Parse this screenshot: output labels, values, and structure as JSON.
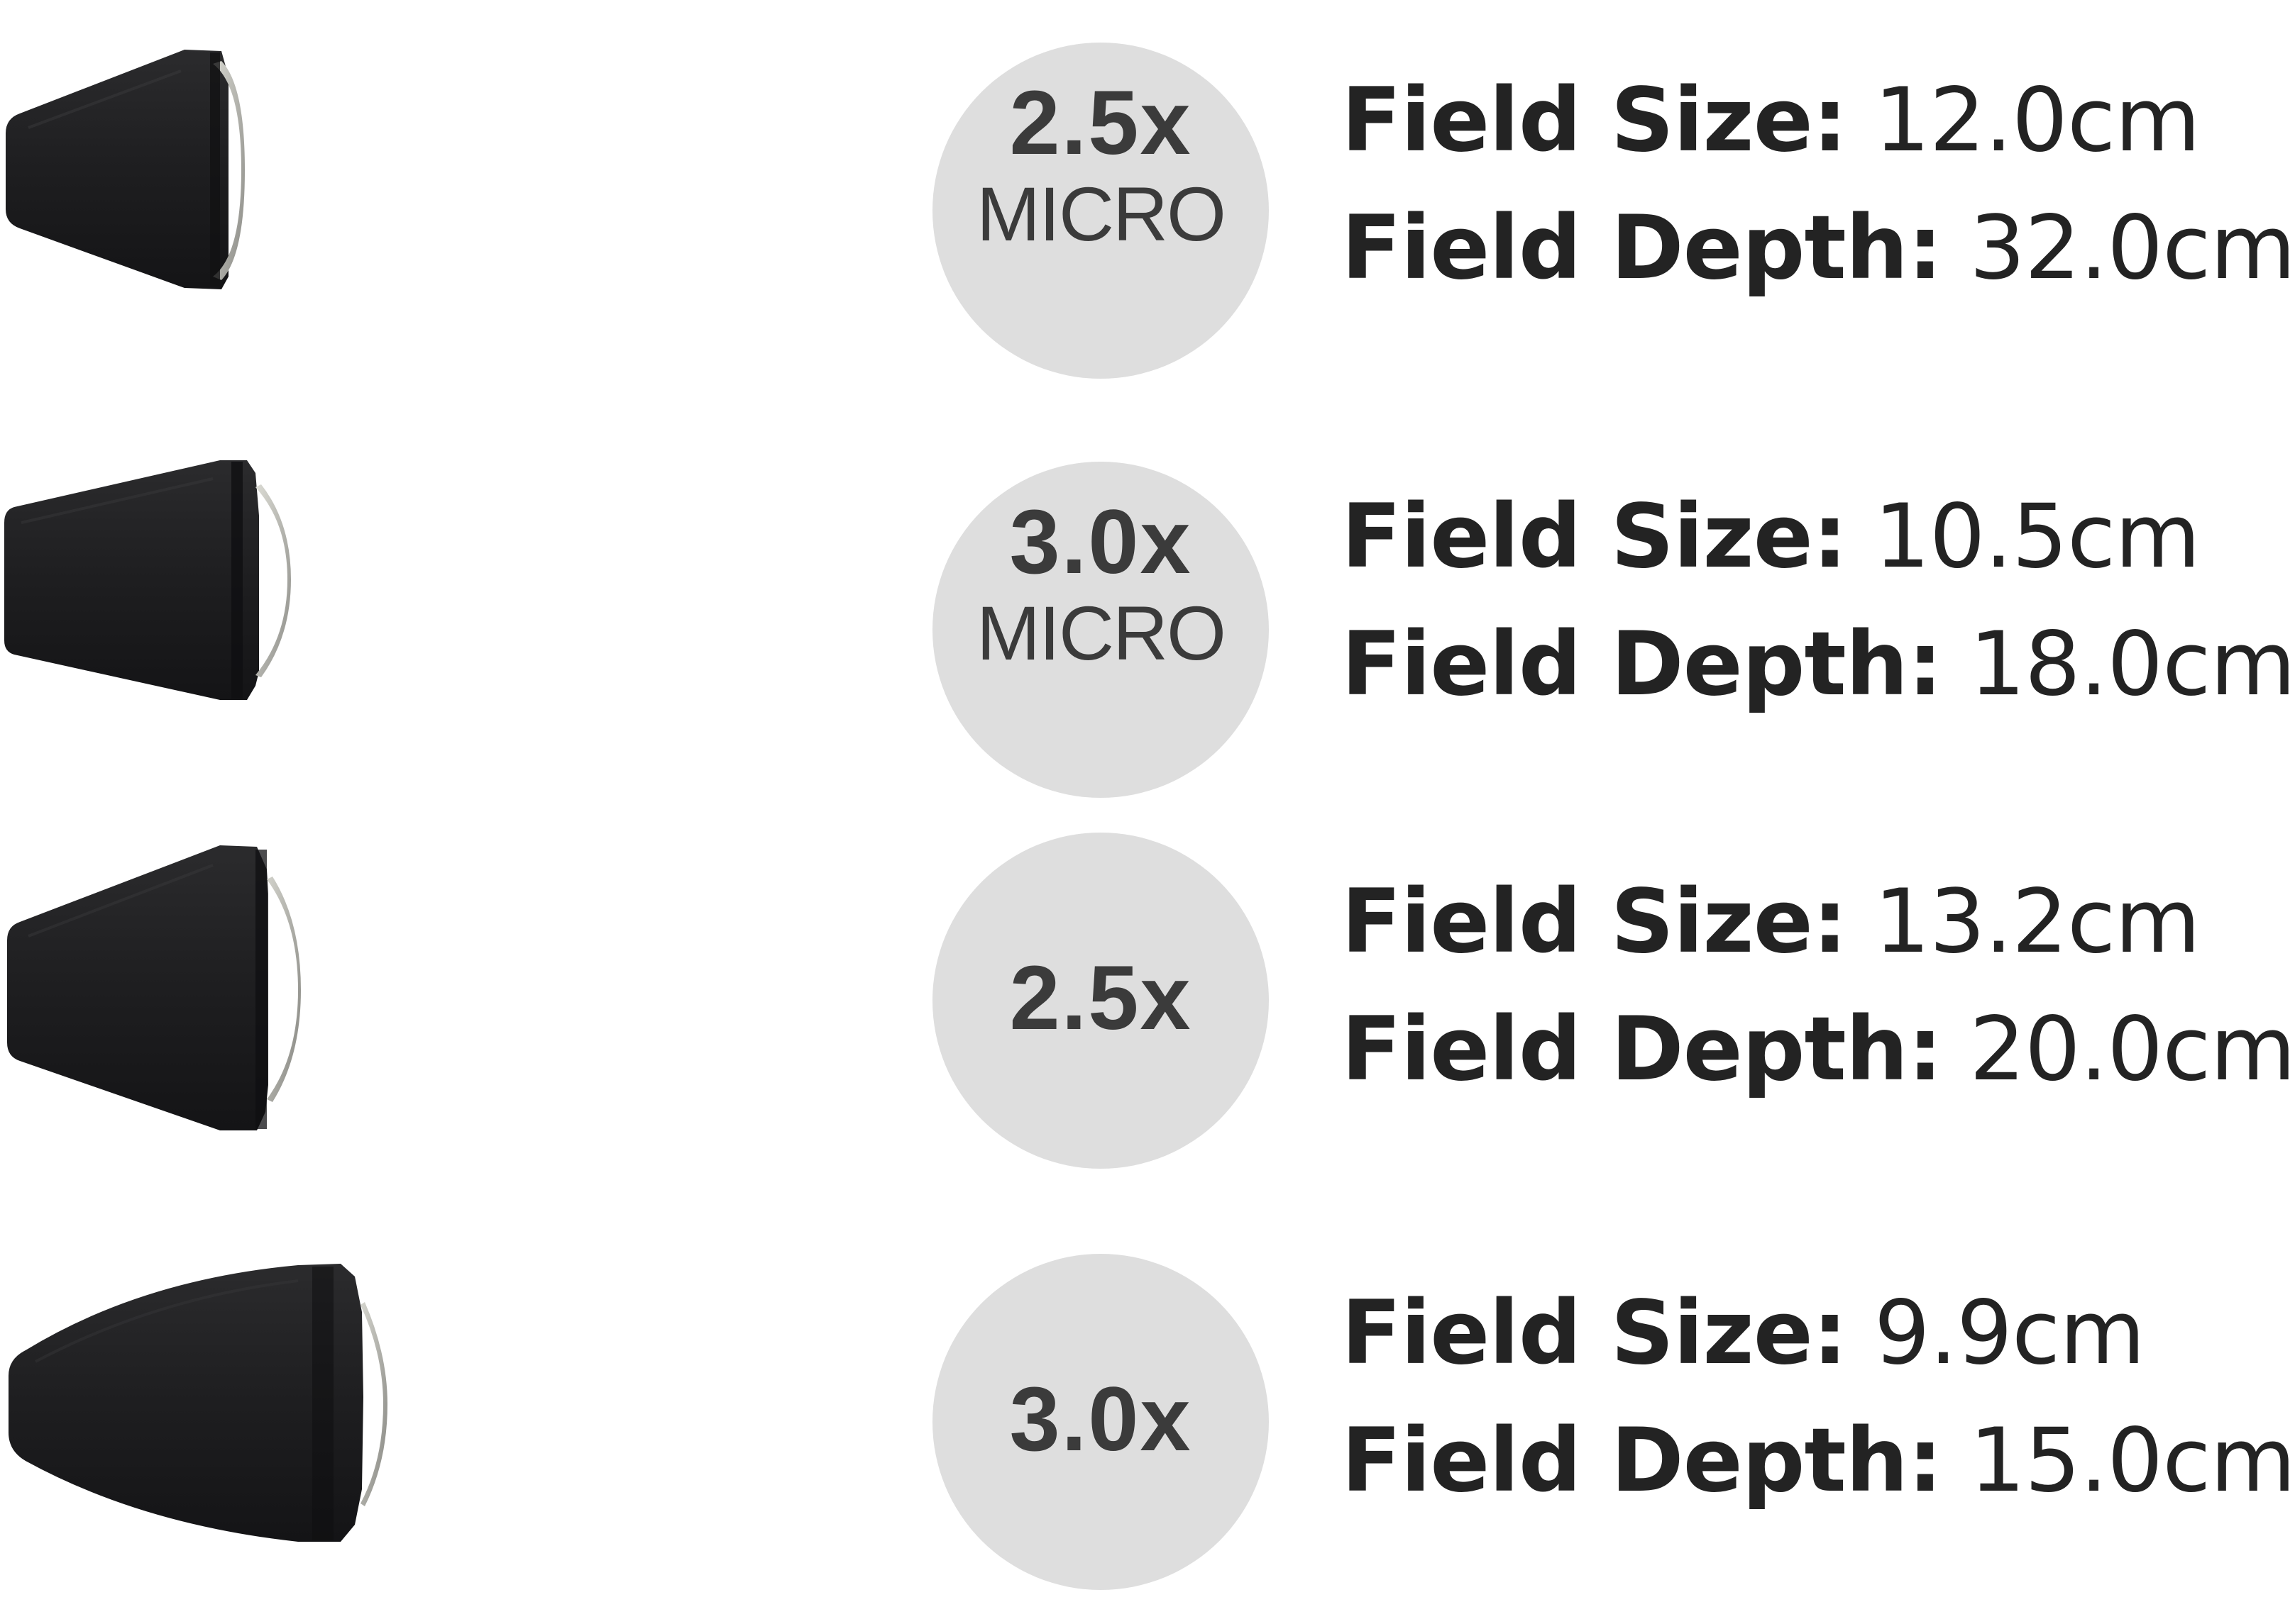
{
  "colors": {
    "badge_bg": "#dedede",
    "badge_text": "#3b3b3b",
    "spec_text": "#232323",
    "lens_body": "#1c1c1e",
    "lens_glass": "#b8b8b2"
  },
  "lenses": [
    {
      "icon": "black-conical-lens",
      "magnification": "2.5x",
      "subtitle": "MICRO",
      "field_size_label": "Field Size:",
      "field_size_value": "12.0cm",
      "field_depth_label": "Field Depth:",
      "field_depth_value": "32.0cm"
    },
    {
      "icon": "black-conical-lens",
      "magnification": "3.0x",
      "subtitle": "MICRO",
      "field_size_label": "Field Size:",
      "field_size_value": "10.5cm",
      "field_depth_label": "Field Depth:",
      "field_depth_value": "18.0cm"
    },
    {
      "icon": "black-conical-lens",
      "magnification": "2.5x",
      "subtitle": "",
      "field_size_label": "Field Size:",
      "field_size_value": "13.2cm",
      "field_depth_label": "Field Depth:",
      "field_depth_value": "20.0cm"
    },
    {
      "icon": "black-conical-lens",
      "magnification": "3.0x",
      "subtitle": "",
      "field_size_label": "Field Size:",
      "field_size_value": "9.9cm",
      "field_depth_label": "Field Depth:",
      "field_depth_value": "15.0cm"
    }
  ]
}
